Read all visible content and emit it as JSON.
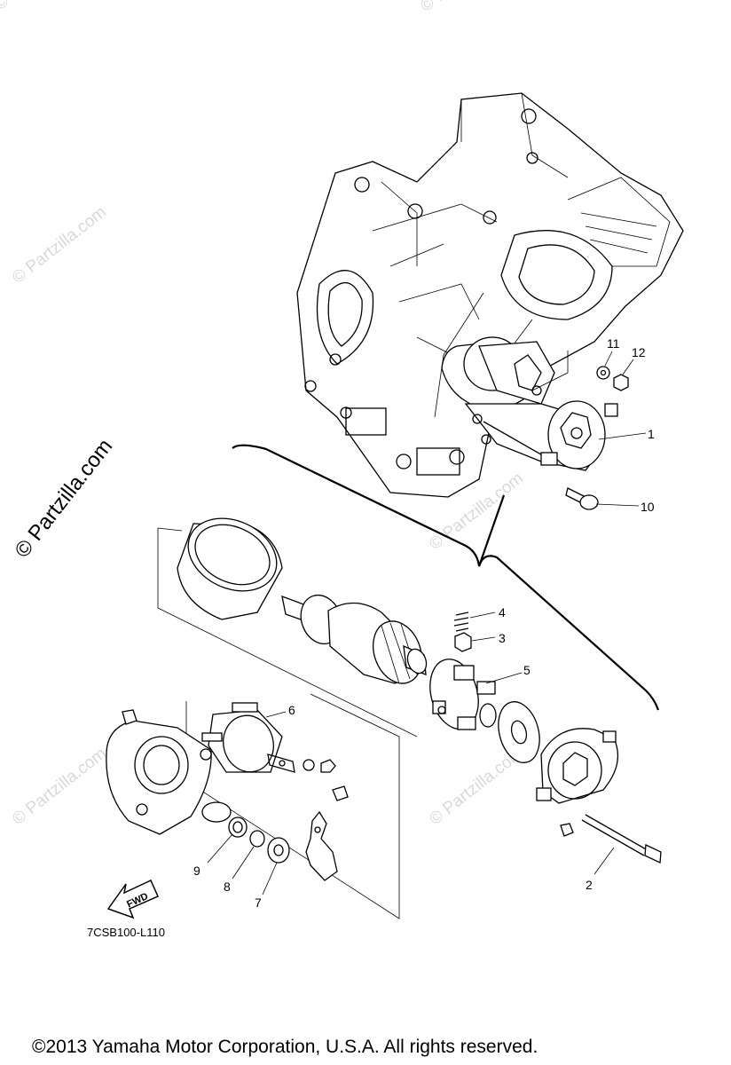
{
  "diagram": {
    "part_numbers": [
      "1",
      "2",
      "3",
      "4",
      "5",
      "6",
      "7",
      "8",
      "9",
      "10",
      "11",
      "12"
    ],
    "fwd_label": "FWD",
    "diagram_code": "7CSB100-L110",
    "watermark": "© Partzilla.com",
    "copyright": "©2013  Yamaha Motor Corporation, U.S.A. All rights reserved."
  }
}
